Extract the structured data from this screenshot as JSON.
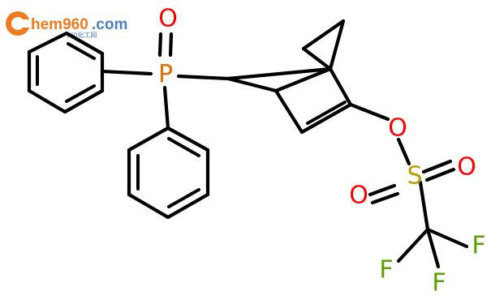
{
  "watermark": {
    "brand": "hem960",
    "domain": ".com",
    "sub": "960化工网",
    "colors": {
      "orange": "#f07a1c",
      "blue": "#4a7fc0"
    }
  },
  "atoms": {
    "P": {
      "label": "P",
      "color": "#e07000"
    },
    "O_phosphoryl": {
      "label": "O",
      "color": "#ff0000"
    },
    "O_ester": {
      "label": "O",
      "color": "#ff0000"
    },
    "S": {
      "label": "S",
      "color": "#b3a000"
    },
    "O_sulfonyl_1": {
      "label": "O",
      "color": "#ff0000"
    },
    "O_sulfonyl_2": {
      "label": "O",
      "color": "#ff0000"
    },
    "F1": {
      "label": "F",
      "color": "#5aa000"
    },
    "F2": {
      "label": "F",
      "color": "#5aa000"
    },
    "F3": {
      "label": "F",
      "color": "#5aa000"
    }
  }
}
